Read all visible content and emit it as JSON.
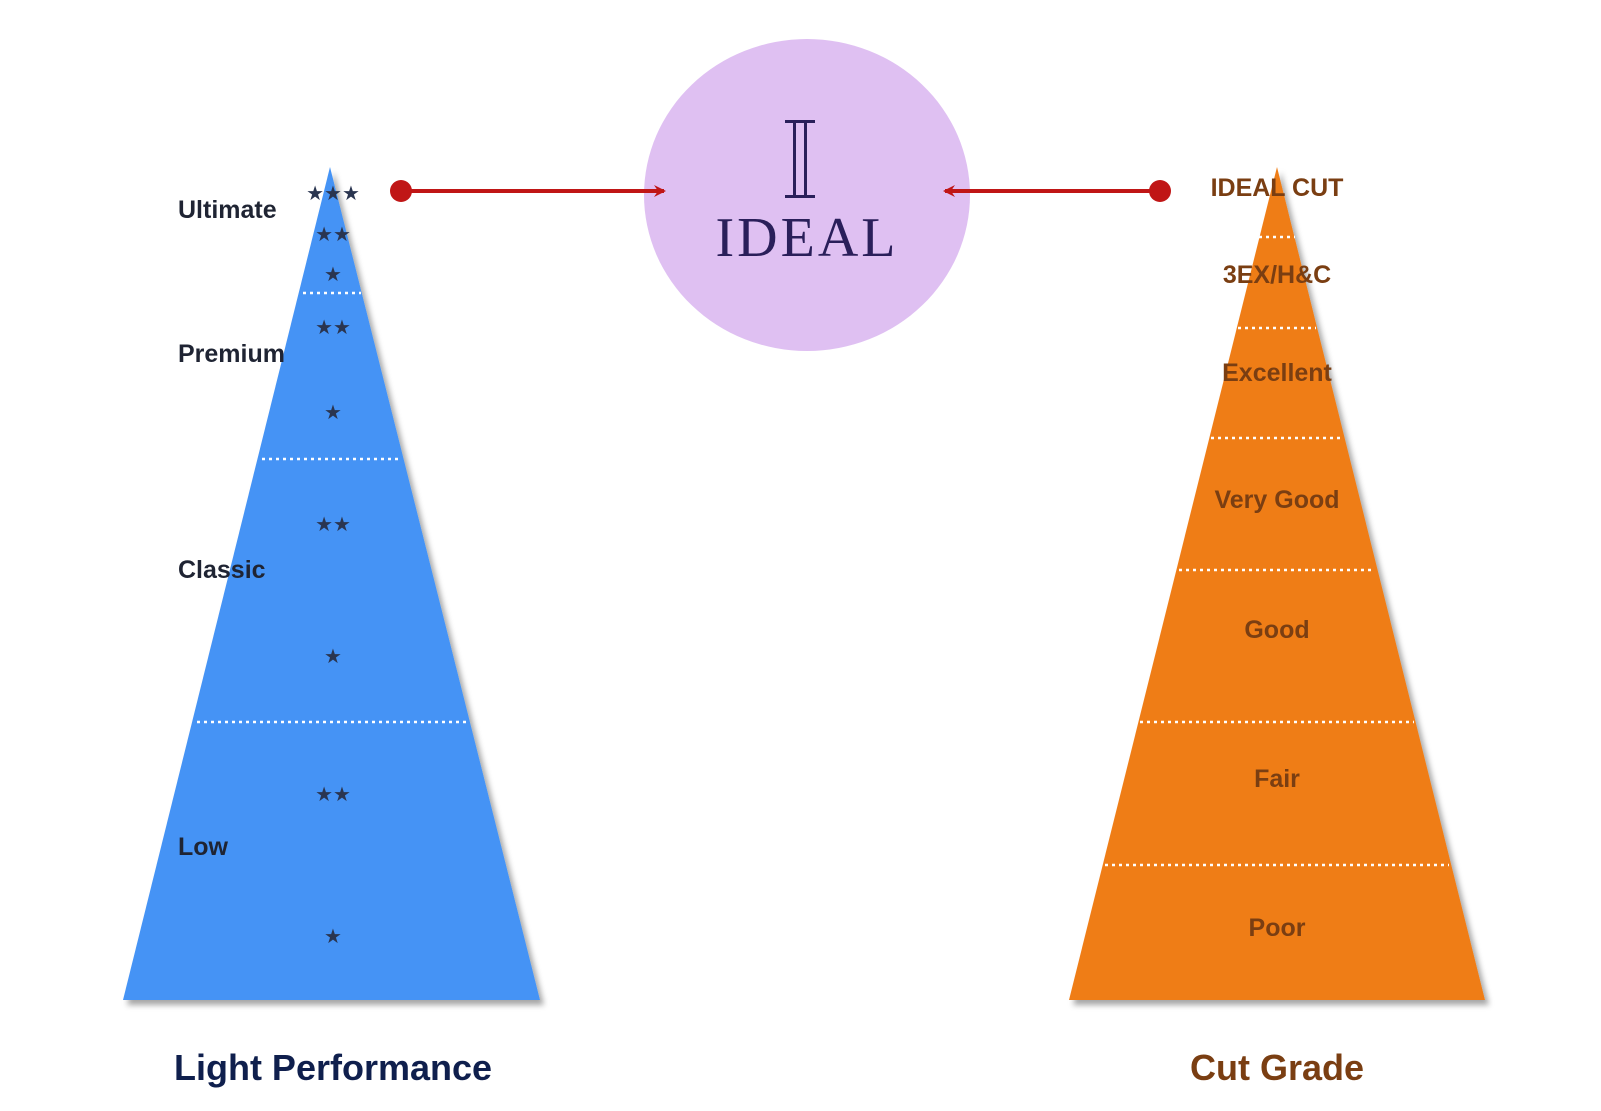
{
  "center": {
    "logo_mark": "I",
    "logo_text": "IDEAL"
  },
  "light_performance": {
    "title": "Light Performance",
    "levels": [
      {
        "label": "Ultimate",
        "stars": [
          "★★★",
          "★★",
          "★"
        ]
      },
      {
        "label": "Premium",
        "stars": [
          "★★",
          "★"
        ]
      },
      {
        "label": "Classic",
        "stars": [
          "★★",
          "★"
        ]
      },
      {
        "label": "Low",
        "stars": [
          "★★",
          "★"
        ]
      }
    ]
  },
  "cut_grade": {
    "title": "Cut Grade",
    "grades": [
      "IDEAL CUT",
      "3EX/H&C",
      "Excellent",
      "Very Good",
      "Good",
      "Fair",
      "Poor"
    ]
  },
  "colors": {
    "blue_pyramid": "#4493f5",
    "orange_pyramid": "#ef7d17",
    "circle": "#dfc0f2",
    "arrow": "#c01616"
  }
}
